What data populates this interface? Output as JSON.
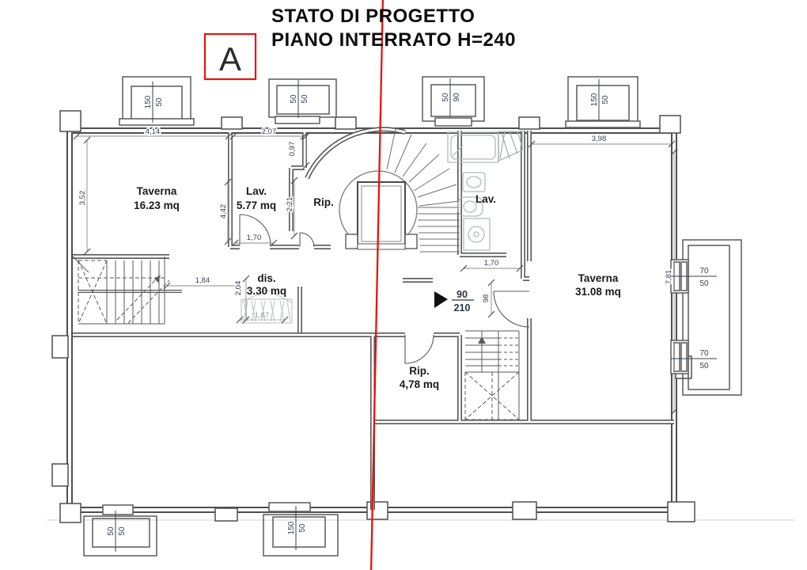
{
  "title": {
    "line1": "STATO DI PROGETTO",
    "line2": "PIANO INTERRATO H=240"
  },
  "section_marker": {
    "label": "A"
  },
  "rooms": [
    {
      "name": "Taverna",
      "area": "16.23 mq"
    },
    {
      "name": "Lav.",
      "area": "5.77 mq"
    },
    {
      "name": "Rip.",
      "area": ""
    },
    {
      "name": "Lav.",
      "area": ""
    },
    {
      "name": "dis.",
      "area": "3.30 mq"
    },
    {
      "name": "Taverna",
      "area": "31.08 mq"
    },
    {
      "name": "Rip.",
      "area": "4,78 mq"
    }
  ],
  "door": {
    "width": "90",
    "height": "210"
  },
  "dims": [
    {
      "id": "taverna-width",
      "value": "4,14"
    },
    {
      "id": "lav-width",
      "value": "2,07"
    },
    {
      "id": "pillar-offset",
      "value": "0,97"
    },
    {
      "id": "left-height",
      "value": "3,52"
    },
    {
      "id": "taverna-height",
      "value": "4,42"
    },
    {
      "id": "lav-height",
      "value": "2,21"
    },
    {
      "id": "lav-door-width",
      "value": "1,70"
    },
    {
      "id": "hall-width",
      "value": "1,84"
    },
    {
      "id": "hall-height",
      "value": "2,04"
    },
    {
      "id": "dis-width",
      "value": "1,67"
    },
    {
      "id": "bath-width",
      "value": "1,70"
    },
    {
      "id": "door-clearance",
      "value": "98"
    },
    {
      "id": "taverna2-width",
      "value": "3,98"
    },
    {
      "id": "taverna2-height",
      "value": "7,81"
    }
  ],
  "windows": [
    {
      "id": "top-left",
      "w": "150",
      "h": "50"
    },
    {
      "id": "top-middle",
      "w": "50",
      "h": "50"
    },
    {
      "id": "top-center",
      "w": "50",
      "h": "90"
    },
    {
      "id": "top-right",
      "w": "150",
      "h": "50"
    },
    {
      "id": "right-upper",
      "w": "70",
      "h": "50"
    },
    {
      "id": "right-lower",
      "w": "70",
      "h": "50"
    },
    {
      "id": "bottom-left",
      "w": "50",
      "h": "50"
    },
    {
      "id": "bottom-middle",
      "w": "150",
      "h": "50"
    }
  ],
  "colors": {
    "accent_red": "#e8130f",
    "wall_gray": "#4f4f4f",
    "dim_text": "#39404e",
    "fixture_gray": "#b5b9bd"
  }
}
